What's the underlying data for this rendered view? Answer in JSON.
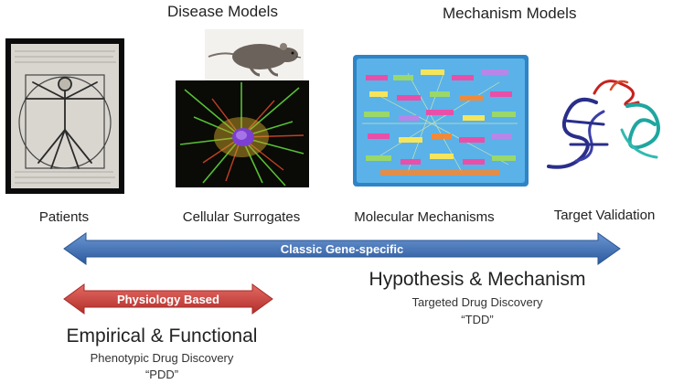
{
  "headers": {
    "disease_models": "Disease Models",
    "mechanism_models": "Mechanism Models"
  },
  "panels": {
    "patients": "Patients",
    "cellular": "Cellular Surrogates",
    "molecular": "Molecular Mechanisms",
    "target": "Target Validation"
  },
  "arrows": {
    "classic": {
      "label": "Classic Gene-specific",
      "color": "#3d6fb4"
    },
    "physiology": {
      "label": "Physiology Based",
      "color": "#c8403c"
    }
  },
  "right_block": {
    "title": "Hypothesis & Mechanism",
    "subtitle": "Targeted Drug Discovery",
    "abbr": "“TDD”"
  },
  "left_block": {
    "title": "Empirical & Functional",
    "subtitle": "Phenotypic Drug Discovery",
    "abbr": "“PDD”"
  }
}
